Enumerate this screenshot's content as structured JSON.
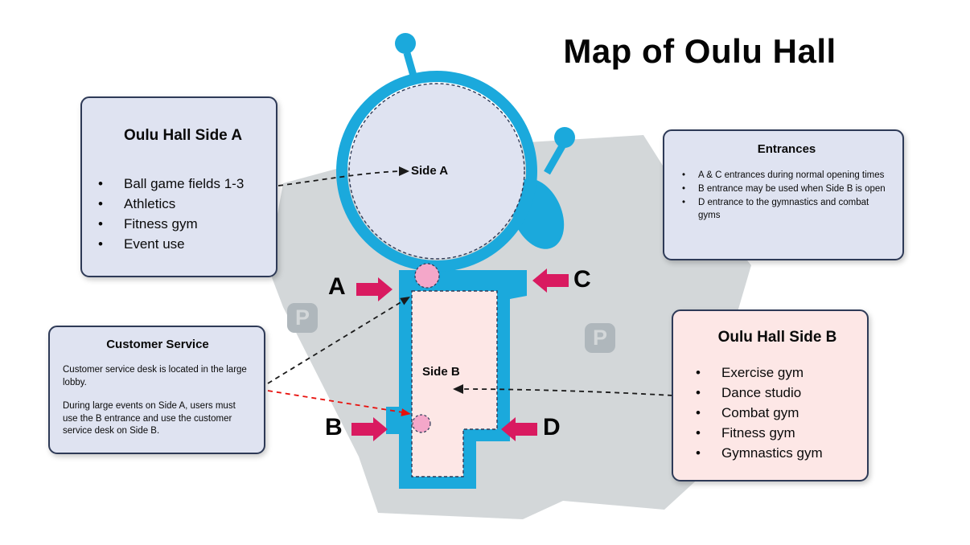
{
  "title": "Map of Oulu Hall",
  "colors": {
    "building-blue": "#1BA9DC",
    "lavender": "#DFE3F1",
    "navy": "#2E3A57",
    "pink-fill": "#FDE7E6",
    "arrow-pink": "#D91A60",
    "dot-pink": "#F4A7C9",
    "blob-gray": "#D3D7D9",
    "parking-gray": "#AFB7BC",
    "red-dash": "#E8100C"
  },
  "map": {
    "side_a_label": "Side A",
    "side_b_label": "Side B",
    "entrance_a": "A",
    "entrance_b": "B",
    "entrance_c": "C",
    "entrance_d": "D",
    "parking_label": "P"
  },
  "boxes": {
    "side_a": {
      "title": "Oulu Hall Side A",
      "items": [
        "Ball game fields 1-3",
        "Athletics",
        "Fitness gym",
        "Event use"
      ]
    },
    "entrances": {
      "title": "Entrances",
      "items": [
        "A & C entrances during normal opening times",
        "B entrance may be used when Side B is open",
        "D entrance to the gymnastics and combat gyms"
      ]
    },
    "customer_service": {
      "title": "Customer Service",
      "paragraphs": [
        "Customer service desk is located in the large lobby.",
        "During large events on Side A, users must use the B entrance and use the customer service desk on Side B."
      ]
    },
    "side_b": {
      "title": "Oulu Hall Side B",
      "items": [
        "Exercise gym",
        "Dance studio",
        "Combat gym",
        "Fitness gym",
        "Gymnastics gym"
      ]
    }
  }
}
